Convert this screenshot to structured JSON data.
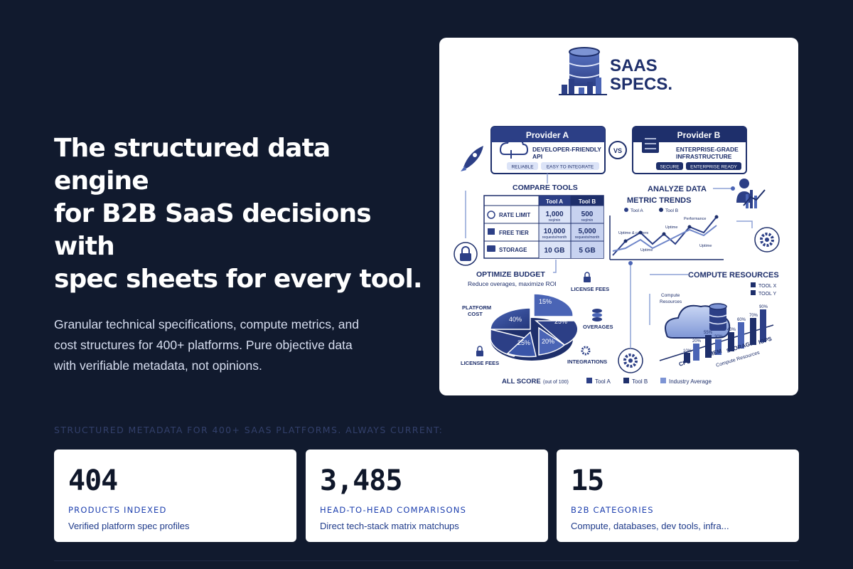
{
  "hero": {
    "title_line1": "The structured data engine",
    "title_line2": "for B2B SaaS decisions with",
    "title_line3": "spec sheets for every tool.",
    "subtitle_line1": "Granular technical specifications, compute metrics, and",
    "subtitle_line2": "cost structures for 400+ platforms. Pure objective data",
    "subtitle_line3": "with verifiable metadata, not opinions."
  },
  "illustration": {
    "logo_line1": "SAAS",
    "logo_line2": "SPECS.",
    "provider_a": {
      "title": "Provider A",
      "desc1": "DEVELOPER-FRIENDLY",
      "desc2": "API",
      "tag1": "RELIABLE",
      "tag2": "EASY TO INTEGRATE"
    },
    "vs": "VS",
    "provider_b": {
      "title": "Provider B",
      "desc1": "ENTERPRISE-GRADE",
      "desc2": "INFRASTRUCTURE",
      "tag1": "SECURE",
      "tag2": "ENTERPRISE READY"
    },
    "compare": {
      "title": "COMPARE TOOLS",
      "col_a": "Tool A",
      "col_b": "Tool B",
      "rows": [
        {
          "label": "RATE LIMIT",
          "a": "1,000",
          "a_unit": "req/min",
          "b": "500",
          "b_unit": "req/min"
        },
        {
          "label": "FREE TIER",
          "a": "10,000",
          "a_unit": "requests/month",
          "b": "5,000",
          "b_unit": "requests/month"
        },
        {
          "label": "STORAGE",
          "a": "10 GB",
          "a_unit": "",
          "b": "5 GB",
          "b_unit": ""
        }
      ]
    },
    "analyze": {
      "title": "ANALYZE DATA",
      "subtitle": "METRIC TRENDS",
      "legend_a": "Tool A",
      "legend_b": "Tool B",
      "labels": [
        "Performance",
        "Uptime",
        "Uptime & canters",
        "Uptime",
        "Uptime"
      ]
    },
    "budget": {
      "title": "OPTIMIZE BUDGET",
      "subtitle": "Reduce overages, maximize ROI",
      "slices": [
        {
          "label": "PLATFORM COST",
          "value": "40%"
        },
        {
          "label": "LICENSE FEES",
          "value": "15%"
        },
        {
          "label": "OVERAGES",
          "value": "25%"
        },
        {
          "label": "INTEGRATIONS",
          "value": "20%"
        },
        {
          "label": "LICENSE FEES",
          "value": "25%"
        }
      ],
      "platform_label_1": "PLATFORM",
      "platform_label_2": "COST"
    },
    "compute": {
      "title": "COMPUTE RESOURCES",
      "legend_x": "TOOL X",
      "legend_y": "TOOL Y",
      "cloud_label_1": "Compute",
      "cloud_label_2": "Resources",
      "axis_label": "Compute Resources",
      "categories": [
        "CPU",
        "MEM",
        "STORAGE",
        "IOPS"
      ],
      "bar_values": [
        "10%",
        "20%",
        "55%",
        "30%",
        "40%",
        "60%",
        "70%",
        "90%"
      ]
    },
    "score": {
      "label": "ALL SCORE",
      "note": "(out of 100)",
      "legend": [
        "Tool A",
        "Tool B",
        "Industry Average"
      ]
    }
  },
  "metadata": {
    "heading": "STRUCTURED METADATA FOR 400+ SAAS PLATFORMS. ALWAYS CURRENT:",
    "stats": [
      {
        "value": "404",
        "label": "PRODUCTS INDEXED",
        "desc": "Verified platform spec profiles"
      },
      {
        "value": "3,485",
        "label": "HEAD-TO-HEAD COMPARISONS",
        "desc": "Direct tech-stack matrix matchups"
      },
      {
        "value": "15",
        "label": "B2B CATEGORIES",
        "desc": "Compute, databases, dev tools, infra..."
      }
    ]
  },
  "colors": {
    "background": "#111a2e",
    "card": "#ffffff",
    "navy": "#1e2f6b",
    "accent": "#1e40af",
    "muted_heading": "#33406b"
  }
}
